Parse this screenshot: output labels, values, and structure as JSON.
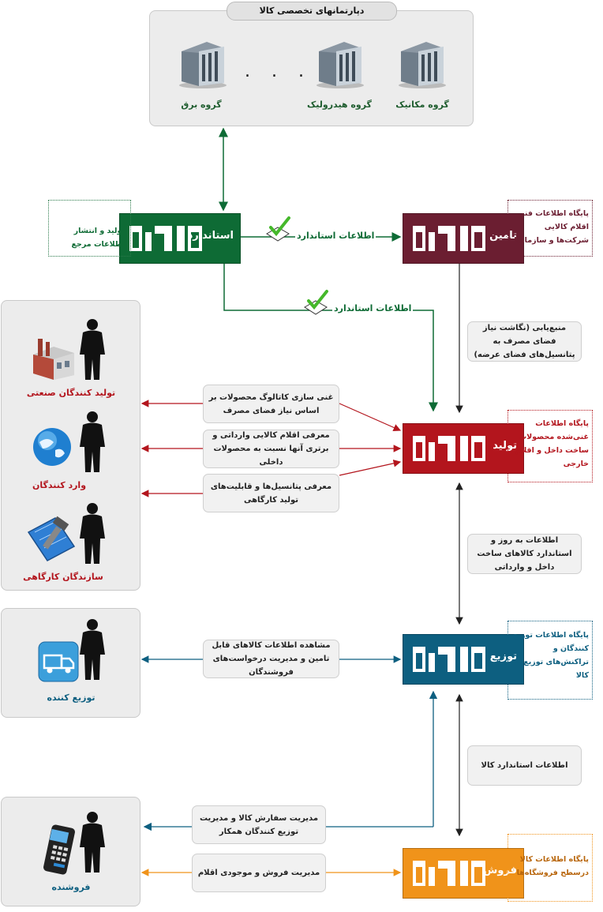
{
  "departments": {
    "title": "دپارتمانهای تخصصی کالا",
    "groups": [
      "گروه مکانیک",
      "گروه هیدرولیک",
      "گروه برق"
    ],
    "ellipsis": ". . ."
  },
  "kala_logo_text": "کالا",
  "nodes": {
    "standard": {
      "label": "استاندارد",
      "color": "#0e6b35",
      "note": "تولید و انتشار اطلاعات مرجع"
    },
    "supply": {
      "label": "تامین",
      "color": "#6b1e31",
      "note": "پایگاه اطلاعات فنی اقلام کالایی شرکت‌ها و سازمانها"
    },
    "production": {
      "label": "تولید",
      "color": "#b3151d",
      "note": "پایگاه اطلاعات غنی‌شده محصولات ساخت داخل و اقلام خارجی"
    },
    "distribution": {
      "label": "توزیع",
      "color": "#0d5f80",
      "note": "پایگاه اطلاعات توزیع کنندگان و تراکنش‌های توزیع کالا"
    },
    "sales": {
      "label": "فروش",
      "color": "#f0931a",
      "note": "پایگاه اطلاعات کالا درسطح فروشگاه‌ها"
    }
  },
  "flows": {
    "standard_info_1": "اطلاعات استاندارد",
    "standard_info_2": "اطلاعات استاندارد",
    "sourcing": "منبع‌یابی (نگاشت نیاز فضای مصرف به پتانسیل‌های فضای عرضه)",
    "catalog": "غنی سازی کاتالوگ محصولات بر اساس نیاز فضای مصرف",
    "imports": "معرفی اقلام کالایی وارداتی و برتری آنها نسبت به محصولات داخلی",
    "workshop": "معرفی پتانسیل‌ها و قابلیت‌های تولید کارگاهی",
    "updated": "اطلاعات به روز و استاندارد کالاهای ساخت داخل و وارداتی",
    "view_supply": "مشاهده اطلاعات کالاهای قابل تامین و مدیریت درخواست‌های فروشندگان",
    "standard_goods": "اطلاعات استاندارد کالا",
    "order_mgmt": "مدیریت سفارش کالا و مدیریت توزیع کنندگان همکار",
    "sales_mgmt": "مدیریت فروش و موجودی اقلام"
  },
  "actors": {
    "manufacturers": "تولید کنندگان صنعتی",
    "importers": "وارد کنندگان",
    "workshop": "سازندگان کارگاهی",
    "distributor": "توزیع کننده",
    "seller": "فروشنده"
  },
  "colors": {
    "green": "#0e6b35",
    "red": "#b3151d",
    "teal": "#0d5f80",
    "orange": "#f0931a",
    "black": "#111111"
  }
}
